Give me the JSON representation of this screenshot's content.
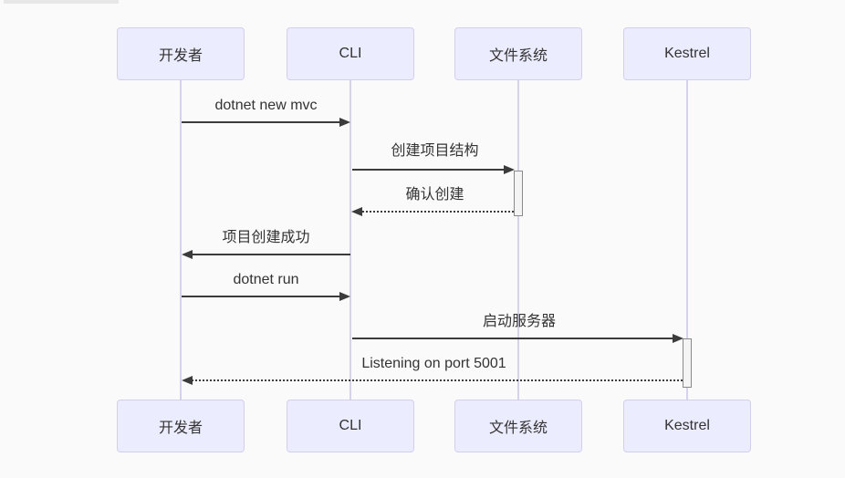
{
  "diagram": {
    "type": "sequence",
    "actors": [
      {
        "id": "developer",
        "label": "开发者"
      },
      {
        "id": "cli",
        "label": "CLI"
      },
      {
        "id": "filesystem",
        "label": "文件系统"
      },
      {
        "id": "kestrel",
        "label": "Kestrel"
      }
    ],
    "messages": [
      {
        "label": "dotnet new mvc",
        "from": "开发者",
        "to": "CLI",
        "line_style": "solid"
      },
      {
        "label": "创建项目结构",
        "from": "CLI",
        "to": "文件系统",
        "line_style": "solid"
      },
      {
        "label": "确认创建",
        "from": "文件系统",
        "to": "CLI",
        "line_style": "dashed"
      },
      {
        "label": "项目创建成功",
        "from": "CLI",
        "to": "开发者",
        "line_style": "solid"
      },
      {
        "label": "dotnet run",
        "from": "开发者",
        "to": "CLI",
        "line_style": "solid"
      },
      {
        "label": "启动服务器",
        "from": "CLI",
        "to": "Kestrel",
        "line_style": "solid"
      },
      {
        "label": "Listening on port 5001",
        "from": "Kestrel",
        "to": "开发者",
        "line_style": "dashed"
      }
    ],
    "activations": [
      {
        "actor": "文件系统"
      },
      {
        "actor": "Kestrel"
      }
    ],
    "colors": {
      "actor_fill": "#ececff",
      "actor_border": "#d2cfee",
      "lifeline": "#d5d2ec",
      "arrow": "#3b3b3b",
      "activation_fill": "#f4f4f4",
      "activation_border": "#8a8a8a",
      "background": "#fafafa",
      "text": "#333333"
    }
  }
}
